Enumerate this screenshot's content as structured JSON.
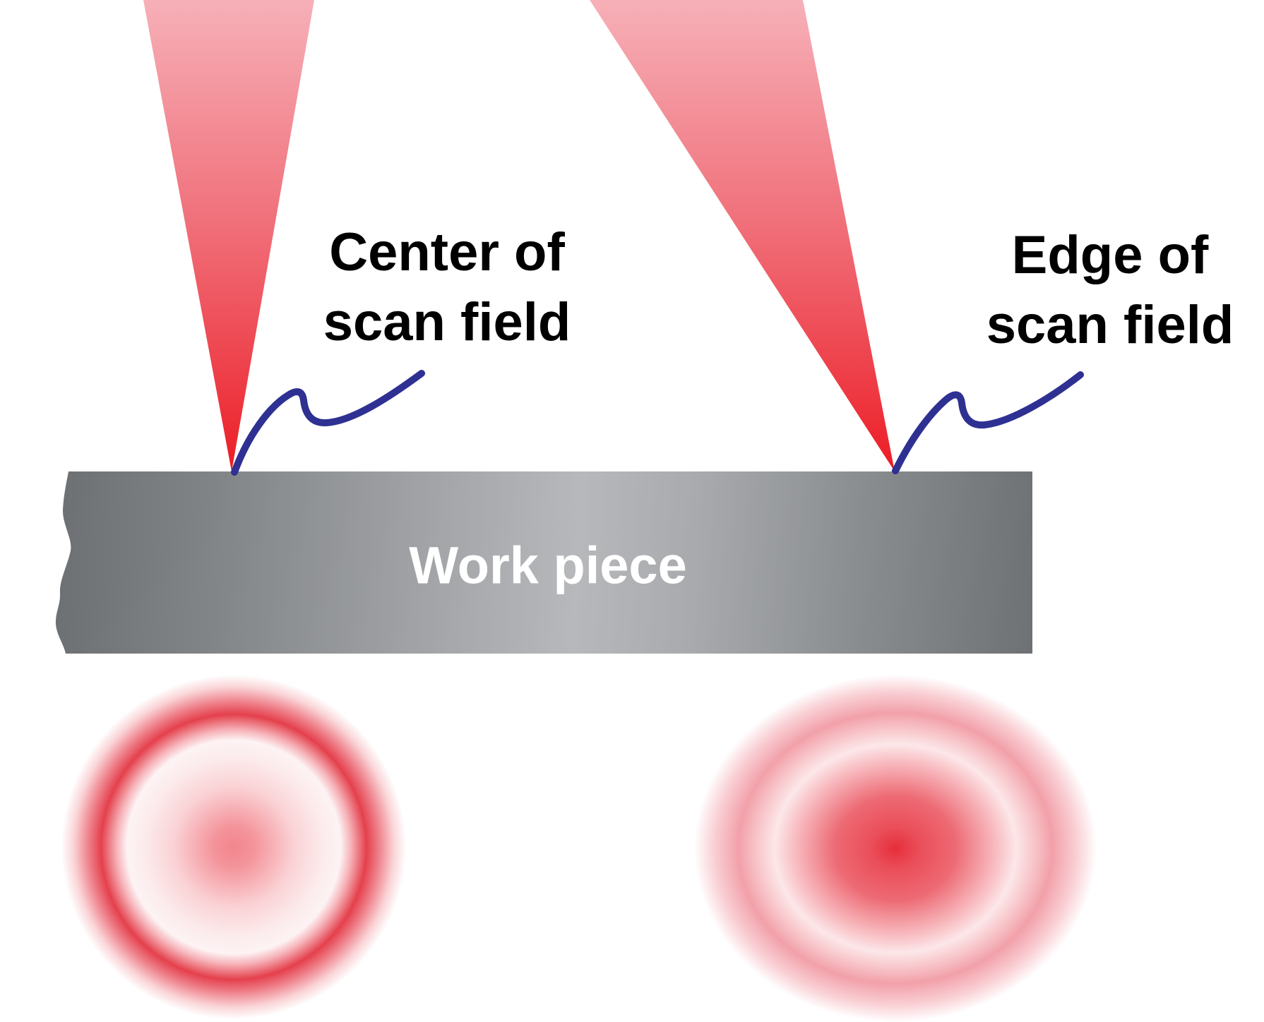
{
  "figure": {
    "type": "laser-scan-field-focus-diagram",
    "labels": {
      "center": {
        "line1": "Center of",
        "line2": "scan field"
      },
      "edge": {
        "line1": "Edge of",
        "line2": "scan field"
      },
      "workpiece": "Work piece"
    },
    "colors": {
      "beam_top_pink": "#f7b0b8",
      "beam_mid": "#f0737d",
      "beam_tip_red": "#ec1c24",
      "leader_line_blue": "#2e3192",
      "workpiece_gray_dark": "#6e7174",
      "workpiece_gray_light": "#b6b8bb",
      "profile_core_red": "#e62e3a",
      "profile_ring_red": "#e4404c",
      "label_text": "#000000",
      "workpiece_text": "#ffffff",
      "background": "#ffffff"
    }
  }
}
